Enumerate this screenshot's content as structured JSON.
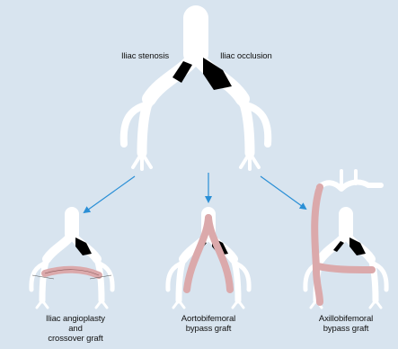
{
  "labels": {
    "iliac_stenosis": "Iliac stenosis",
    "iliac_occlusion": "Iliac occlusion",
    "option_1_line1": "Iliac angioplasty",
    "option_1_line2": "and",
    "option_1_line3": "crossover graft",
    "option_2_line1": "Aortobifemoral",
    "option_2_line2": "bypass graft",
    "option_3_line1": "Axillobifemoral",
    "option_3_line2": "bypass graft"
  },
  "colors": {
    "background": "#d8e4ef",
    "vessel": "#ffffff",
    "lesion": "#000000",
    "graft": "#dba9ab",
    "arrow": "#2a8fd6"
  }
}
